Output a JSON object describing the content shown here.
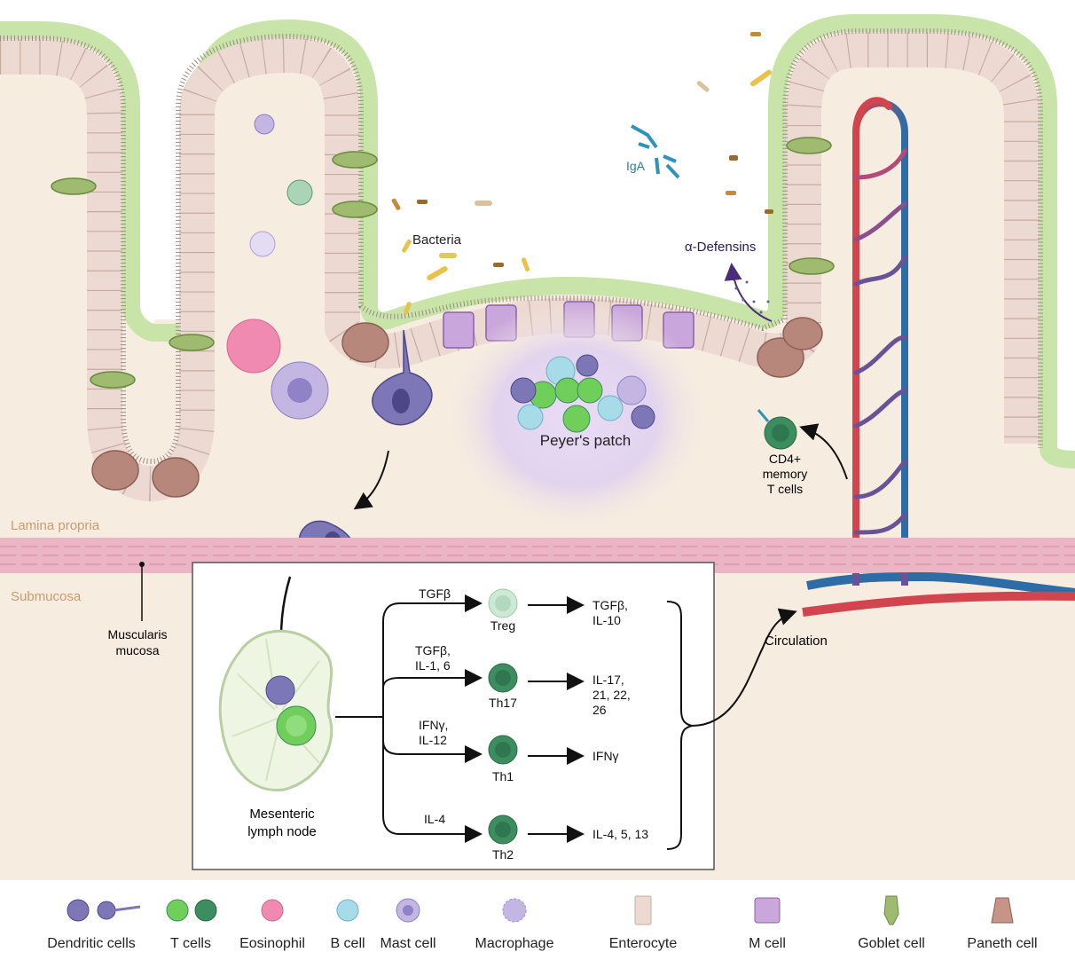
{
  "labels": {
    "bacteria": "Bacteria",
    "iga": "IgA",
    "defensins": "α-Defensins",
    "peyers_patch": "Peyer's patch",
    "cd4_line1": "CD4+",
    "cd4_line2": "memory",
    "cd4_line3": "T cells",
    "lamina_propria": "Lamina propria",
    "submucosa": "Submucosa",
    "muscularis_line1": "Muscularis",
    "muscularis_line2": "mucosa",
    "circulation": "Circulation",
    "mln_line1": "Mesenteric",
    "mln_line2": "lymph node"
  },
  "pathways": [
    {
      "signal": [
        "TGFβ"
      ],
      "cell": "Treg",
      "output": [
        "TGFβ,",
        "IL-10"
      ]
    },
    {
      "signal": [
        "TGFβ,",
        "IL-1, 6"
      ],
      "cell": "Th17",
      "output": [
        "IL-17,",
        "21, 22,",
        "26"
      ]
    },
    {
      "signal": [
        "IFNγ,",
        "IL-12"
      ],
      "cell": "Th1",
      "output": [
        "IFNγ"
      ]
    },
    {
      "signal": [
        "IL-4"
      ],
      "cell": "Th2",
      "output": [
        "IL-4, 5, 13"
      ]
    }
  ],
  "legend": [
    {
      "icon": "dendritic-cell-icon",
      "label": "Dendritic cells"
    },
    {
      "icon": "t-cell-icon",
      "label": "T cells"
    },
    {
      "icon": "eosinophil-icon",
      "label": "Eosinophil"
    },
    {
      "icon": "b-cell-icon",
      "label": "B cell"
    },
    {
      "icon": "mast-cell-icon",
      "label": "Mast cell"
    },
    {
      "icon": "macrophage-icon",
      "label": "Macrophage"
    },
    {
      "icon": "enterocyte-icon",
      "label": "Enterocyte"
    },
    {
      "icon": "m-cell-icon",
      "label": "M cell"
    },
    {
      "icon": "goblet-cell-icon",
      "label": "Goblet cell"
    },
    {
      "icon": "paneth-cell-icon",
      "label": "Paneth cell"
    }
  ],
  "colors": {
    "mucus": "#d8ecc0",
    "epithelium": "#ecd9d2",
    "lamina": "#f7ece0",
    "muscularis": "#ecb5c5",
    "dendritic": "#7d77b8",
    "t_cell": "#6fcf5a",
    "t_cell_dark": "#3c8d5f",
    "artery": "#d2444e",
    "vein": "#2e6ca6",
    "peyers": "#d9ccef"
  }
}
